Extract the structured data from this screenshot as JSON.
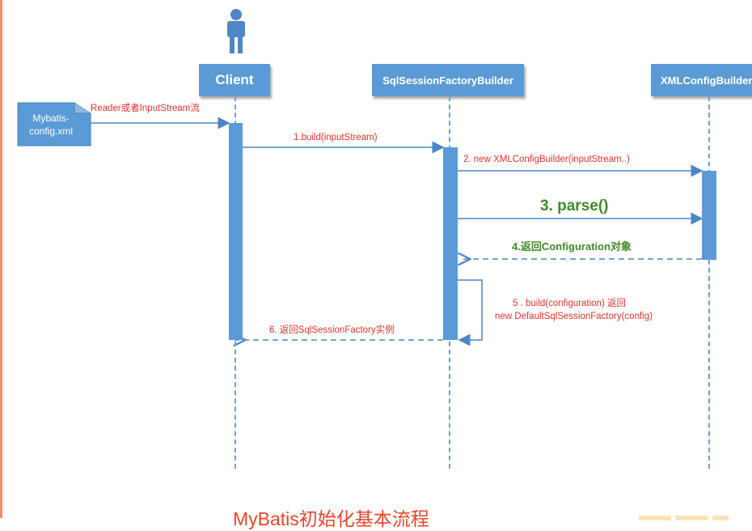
{
  "participants": {
    "client": "Client",
    "factory_builder": "SqlSessionFactoryBuilder",
    "xml_builder": "XMLConfigBuilder"
  },
  "document": {
    "line1": "Mybatis-",
    "line2": "config.xml"
  },
  "messages": {
    "m0": "Reader或者InputStream流",
    "m1": "1.build(inputStream)",
    "m2": "2. new XMLConfigBuilder(inputStream..)",
    "m3": "3. parse()",
    "m4": "4.返回Configuration对象",
    "m5_line1": "5 . build(configuration) 返回",
    "m5_line2": "new DefaultSqlSessionFactory(config)",
    "m6": "6. 返回SqlSessionFactory实例"
  },
  "footer": {
    "title": "MyBatis初始化基本流程"
  },
  "colors": {
    "box_blue": "#5b9bd5",
    "label_red": "#e8322a",
    "label_green": "#3d8b27",
    "actor_blue": "#4f86c6"
  }
}
